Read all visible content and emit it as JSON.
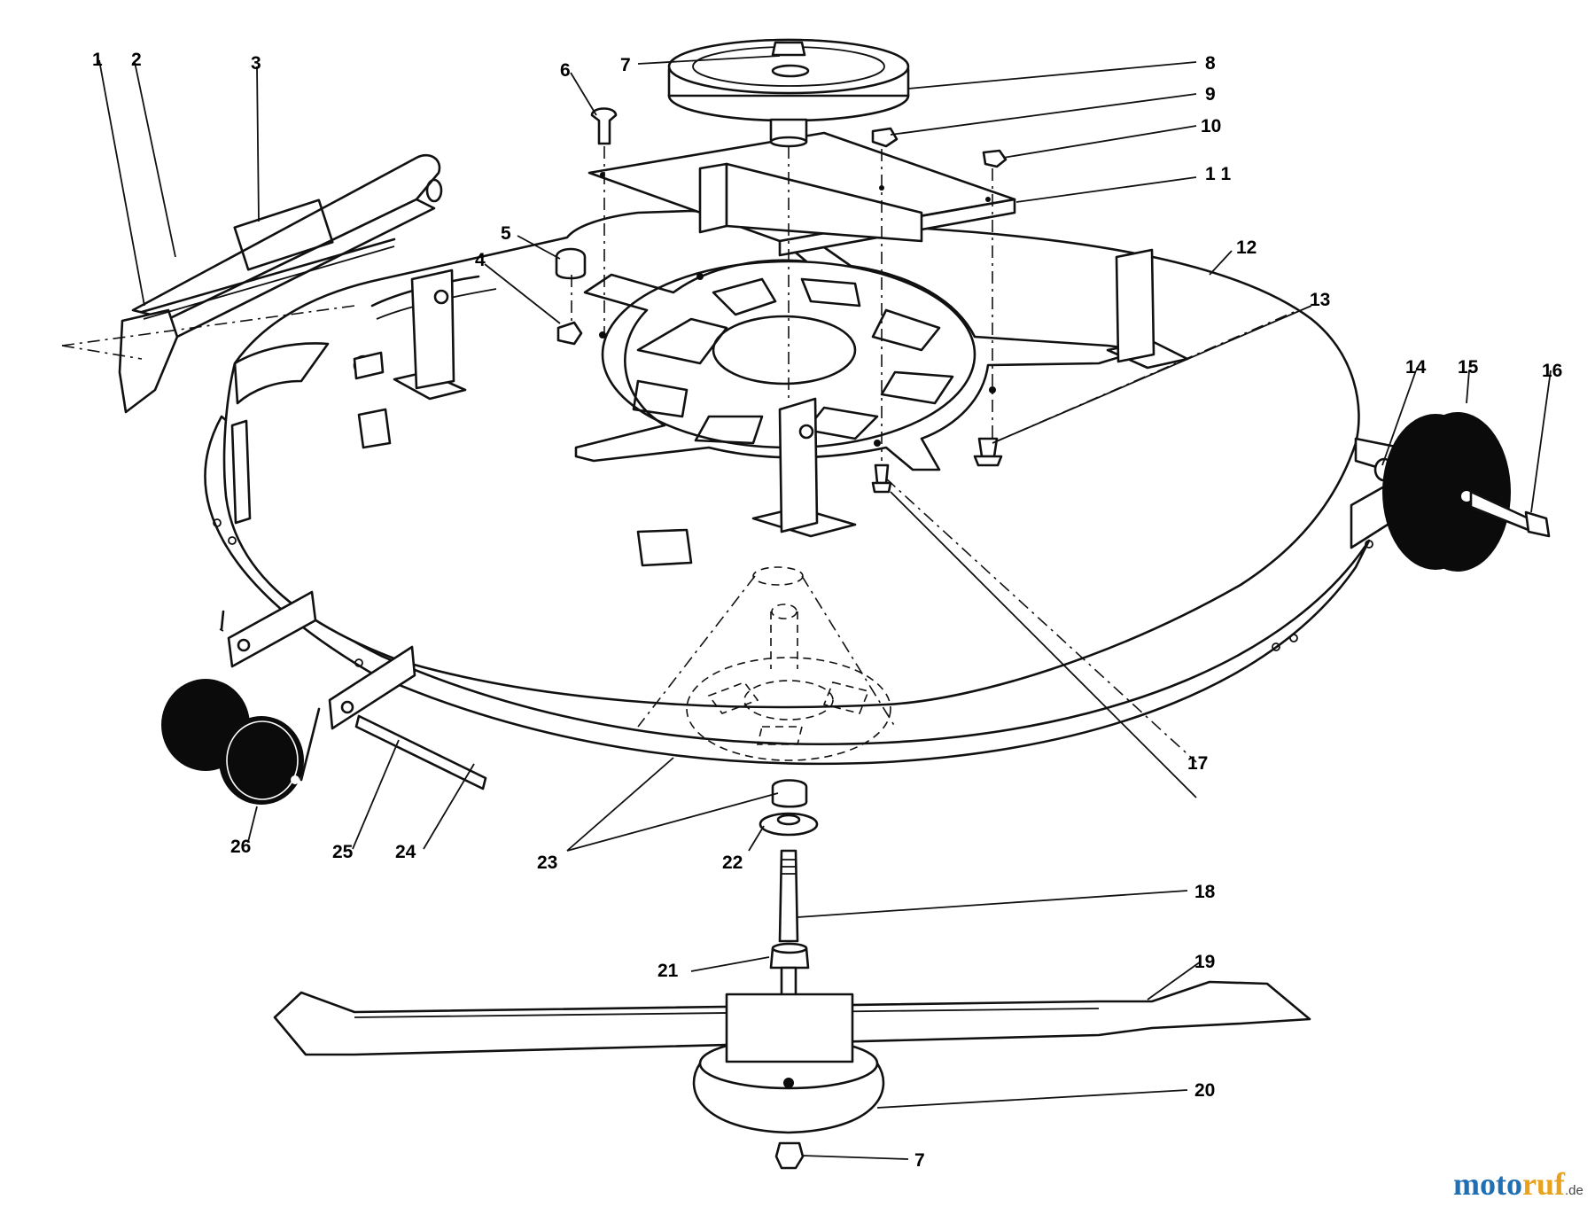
{
  "callouts": [
    {
      "id": "c1",
      "text": "1"
    },
    {
      "id": "c2",
      "text": "2"
    },
    {
      "id": "c3",
      "text": "3"
    },
    {
      "id": "c4",
      "text": "4"
    },
    {
      "id": "c5",
      "text": "5"
    },
    {
      "id": "c6",
      "text": "6"
    },
    {
      "id": "c7a",
      "text": "7"
    },
    {
      "id": "c8",
      "text": "8"
    },
    {
      "id": "c9",
      "text": "9"
    },
    {
      "id": "c10",
      "text": "10"
    },
    {
      "id": "c11",
      "text": "1 1"
    },
    {
      "id": "c12",
      "text": "12"
    },
    {
      "id": "c13",
      "text": "13"
    },
    {
      "id": "c14",
      "text": "14"
    },
    {
      "id": "c15",
      "text": "15"
    },
    {
      "id": "c16",
      "text": "16"
    },
    {
      "id": "c17",
      "text": "17"
    },
    {
      "id": "c18",
      "text": "18"
    },
    {
      "id": "c19",
      "text": "19"
    },
    {
      "id": "c20",
      "text": "20"
    },
    {
      "id": "c21",
      "text": "21"
    },
    {
      "id": "c22",
      "text": "22"
    },
    {
      "id": "c23",
      "text": "23"
    },
    {
      "id": "c24",
      "text": "24"
    },
    {
      "id": "c25",
      "text": "25"
    },
    {
      "id": "c26",
      "text": "26"
    },
    {
      "id": "c7b",
      "text": "7"
    }
  ],
  "watermark": {
    "part1": "moto",
    "part2": "ruf",
    "suffix": ".de"
  }
}
